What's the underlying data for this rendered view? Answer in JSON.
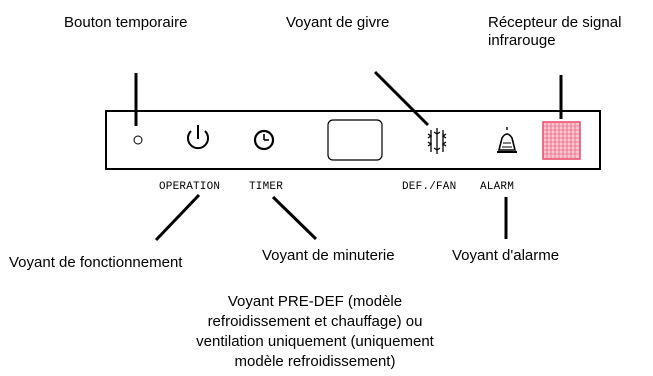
{
  "callouts": {
    "temporary_button": "Bouton temporaire",
    "frost_indicator": "Voyant de givre",
    "ir_receiver": "Récepteur de signal\ninfrarouge",
    "operation_indicator": "Voyant de fonctionnement",
    "timer_indicator": "Voyant de minuterie",
    "alarm_indicator": "Voyant d'alarme",
    "pre_def_note": "Voyant PRE-DEF (modèle\nrefroidissement et chauffage) ou\nventilation uniquement (uniquement\nmodèle refroidissement)"
  },
  "panel_labels": {
    "operation": "OPERATION",
    "timer": "TIMER",
    "def_fan": "DEF./FAN",
    "alarm": "ALARM"
  },
  "icons": [
    "temporary-button-icon",
    "power-icon",
    "clock-icon",
    "display-window-icon",
    "defrost-fan-icon",
    "alarm-bell-icon",
    "infrared-receiver-icon"
  ],
  "colors": {
    "ir_receiver": "#e94a6a",
    "ir_grid_bg": "#f7c6cf"
  }
}
